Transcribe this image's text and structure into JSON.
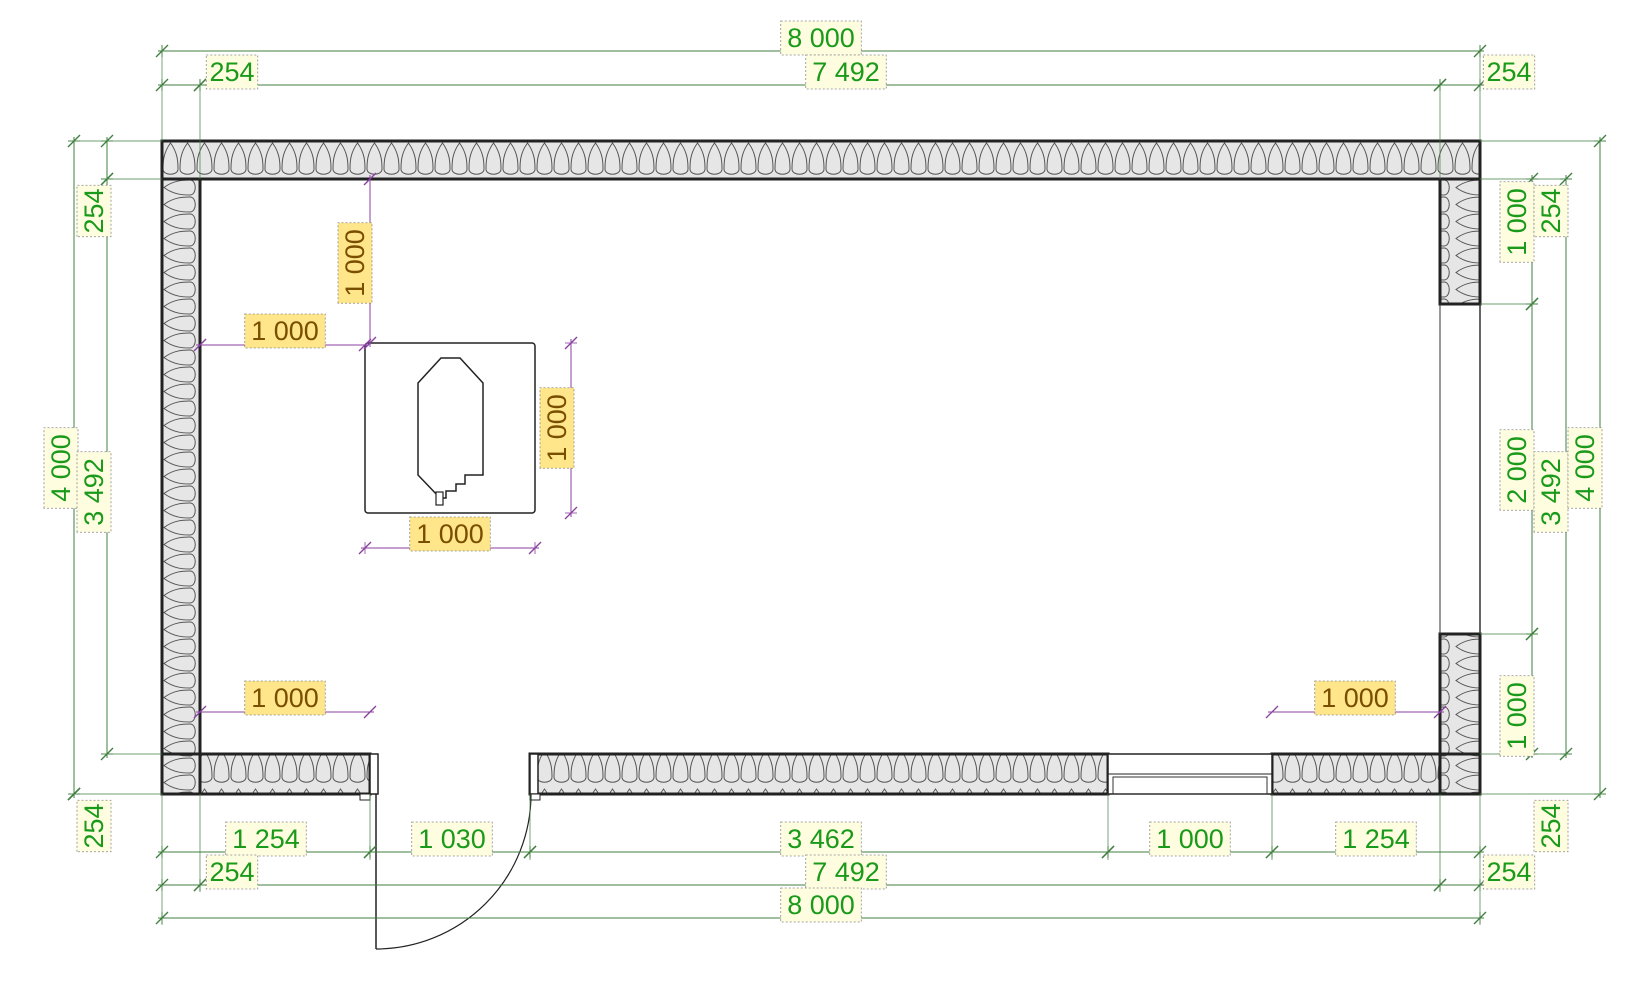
{
  "drawing": {
    "colors": {
      "dimension_line": "#3f7f3f",
      "dimension_text": "#1a9a1a",
      "label_box_bg": "#fffde0",
      "label_box_border": "#8a8a8a",
      "highlight_label_bg": "#ffe68a",
      "highlight_text": "#7a4e00",
      "highlight_line": "#8a3fa0",
      "wall_outline": "#222222",
      "insulation_fill": "#e6e6e6"
    },
    "insulation_pattern": "wave-hatch",
    "top_dimensions": {
      "overall": "8 000",
      "left_wall": "254",
      "inner": "7 492",
      "right_wall": "254"
    },
    "bottom_dimensions": {
      "segments": [
        "1 254",
        "1 030",
        "3 462",
        "1 000",
        "1 254"
      ],
      "left_wall": "254",
      "inner": "7 492",
      "right_wall": "254",
      "overall": "8 000"
    },
    "left_dimensions": {
      "top_wall": "254",
      "overall": "4 000",
      "inner": "3 492",
      "bottom_wall": "254"
    },
    "right_dimensions": {
      "upper_wall_segment": "1 000",
      "top_wall": "254",
      "opening": "2 000",
      "inner": "3 492",
      "overall": "4 000",
      "lower_wall_segment": "1 000",
      "bottom_wall": "254"
    },
    "furniture_dimensions": {
      "top_offset": "1 000",
      "left_offset": "1 000",
      "height": "1 000",
      "width": "1 000"
    },
    "clearance_dimensions": {
      "bottom_left": "1 000",
      "bottom_right": "1 000"
    }
  }
}
